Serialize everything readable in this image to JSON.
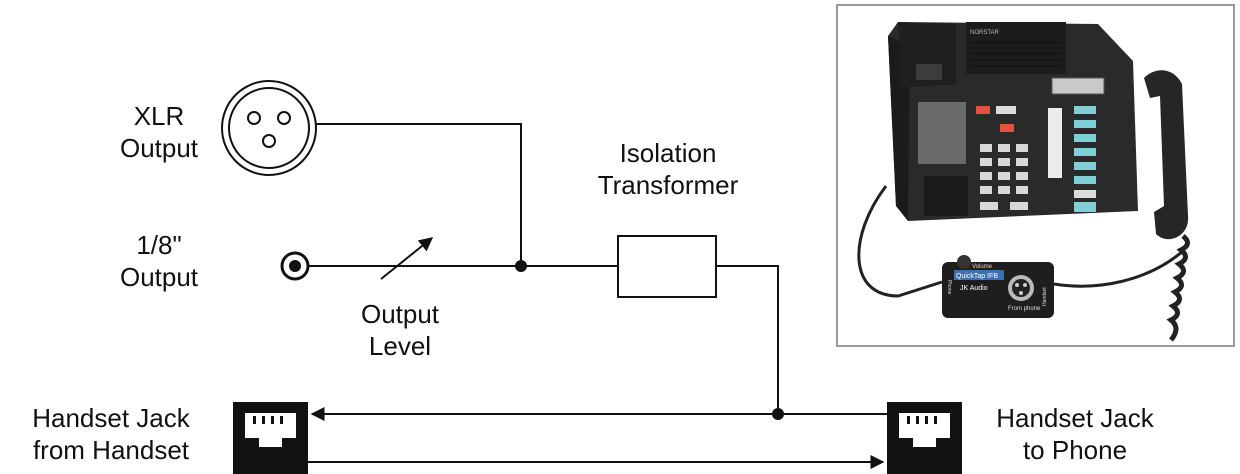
{
  "labels": {
    "xlr_line1": "XLR",
    "xlr_line2": "Output",
    "eighth_line1": "1/8\"",
    "eighth_line2": "Output",
    "level_line1": "Output",
    "level_line2": "Level",
    "iso_line1": "Isolation",
    "iso_line2": "Transformer",
    "jack_left_line1": "Handset Jack",
    "jack_left_line2": "from Handset",
    "jack_right_line1": "Handset Jack",
    "jack_right_line2": "to Phone"
  },
  "photo": {
    "phone_brand": "NORSTAR",
    "device_brand": "QuickTap IFB",
    "device_maker": "JK Audio",
    "device_from_phone": "From phone",
    "device_volume": "Volume",
    "device_handset": "Handset",
    "device_phone": "Phone"
  },
  "colors": {
    "line": "#111111",
    "frame": "#9a9a9a",
    "phone_body": "#2a2a2a",
    "key_red": "#e0533f",
    "key_cyan": "#7fd0d6"
  }
}
